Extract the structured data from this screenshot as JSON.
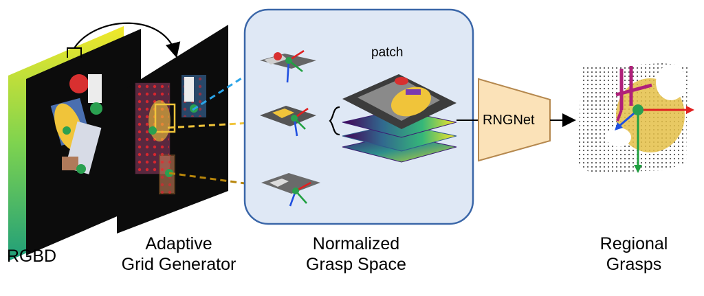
{
  "captions": {
    "rgbd": "RGBD",
    "grid_line1": "Adaptive",
    "grid_line2": "Grid Generator",
    "space_line1": "Normalized",
    "space_line2": "Grasp Space",
    "grasps_line1": "Regional",
    "grasps_line2": "Grasps"
  },
  "labels": {
    "patch": "patch",
    "network": "RNGNet"
  },
  "colors": {
    "panel_fill": "#dfe8f5",
    "panel_border": "#3a66a8",
    "network_fill": "#fbe2b8",
    "network_border": "#b5884e",
    "grid_box_1": "#e85c9e",
    "grid_box_2": "#f0c43a",
    "grid_box_3": "#8a5a2a",
    "arrow_blue": "#2aa4e8",
    "arrow_yellow": "#f0c43a",
    "arrow_brown": "#b8860b",
    "axis_x": "#e02020",
    "axis_y": "#20a040",
    "axis_z": "#2050e0",
    "gripper": "#b0207a"
  }
}
